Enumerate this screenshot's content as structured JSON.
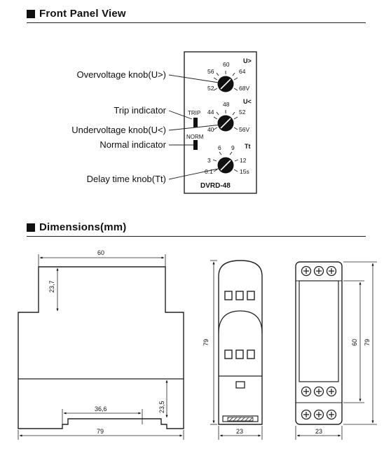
{
  "sections": {
    "front_panel": {
      "title": "Front Panel View"
    },
    "dimensions": {
      "title": "Dimensions(mm)"
    }
  },
  "panel": {
    "callouts": {
      "overvoltage": "Overvoltage knob(U>)",
      "trip": "Trip indicator",
      "undervoltage": "Undervoltage knob(U<)",
      "normal": "Normal indicator",
      "delay": "Delay time knob(Tt)"
    },
    "knob1": {
      "tag": "U>",
      "s1": "52",
      "s2": "56",
      "s3": "60",
      "s4": "64",
      "s5": "68V"
    },
    "knob2": {
      "tag": "U<",
      "s1": "40",
      "s2": "44",
      "s3": "48",
      "s4": "52",
      "s5": "56V"
    },
    "knob3": {
      "tag": "Tt",
      "s1": "0.1",
      "s2": "3",
      "s3": "6",
      "s4": "9",
      "s5": "12",
      "s6": "15s"
    },
    "trip_label": "TRIP",
    "norm_label": "NORM",
    "model": "DVRD-48"
  },
  "dims": {
    "front_width": "60",
    "front_height_top": "23,7",
    "front_height_bottom": "23,5",
    "rail_width": "36,6",
    "front_base": "79",
    "side_height": "79",
    "side_width": "23",
    "back_inner": "60",
    "back_height": "79",
    "back_width": "23"
  }
}
